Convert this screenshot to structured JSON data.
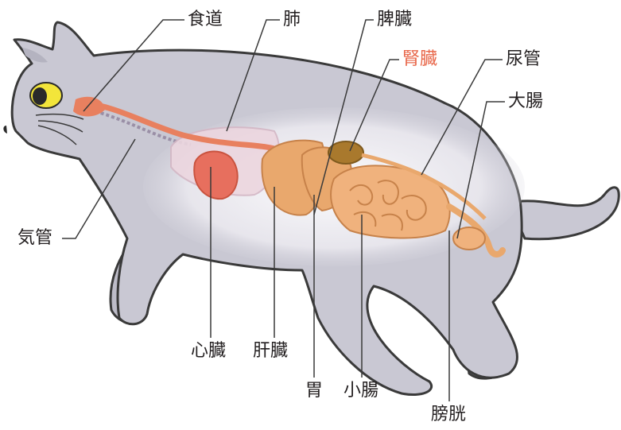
{
  "labels": {
    "esophagus": "食道",
    "lung": "肺",
    "spleen": "脾臓",
    "kidney": "腎臓",
    "ureter": "尿管",
    "large_intestine": "大腸",
    "trachea": "気管",
    "heart": "心臓",
    "liver": "肝臓",
    "stomach": "胃",
    "small_intestine": "小腸",
    "bladder": "膀胱"
  },
  "colors": {
    "highlight_label": "#e8674a",
    "label": "#231f20",
    "cat_body": "#c9c8d3",
    "organ_orange": "#e9a86d",
    "heart_red": "#e76f5e",
    "lung_pink": "#ecd6df",
    "kidney_brown": "#a9792d",
    "eye_yellow": "#f3e53a"
  }
}
